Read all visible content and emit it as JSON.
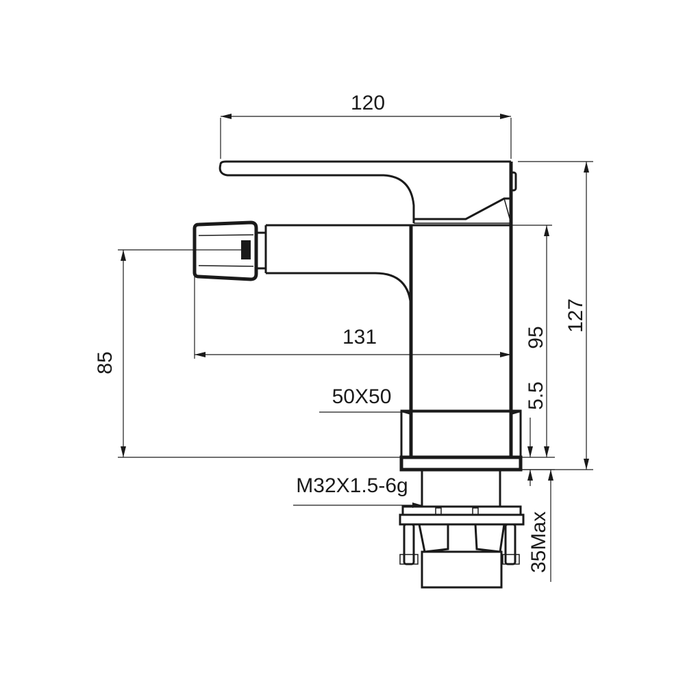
{
  "dimensions": {
    "lever_width": "120",
    "total_height": "127",
    "spout_reach": "131",
    "body_height": "95",
    "jet_height": "85",
    "base_size": "50X50",
    "base_plate": "5.5",
    "thread": "M32X1.5-6g",
    "deck_thickness": "35Max"
  },
  "colors": {
    "line": "#1a1a1a",
    "background": "#ffffff"
  }
}
